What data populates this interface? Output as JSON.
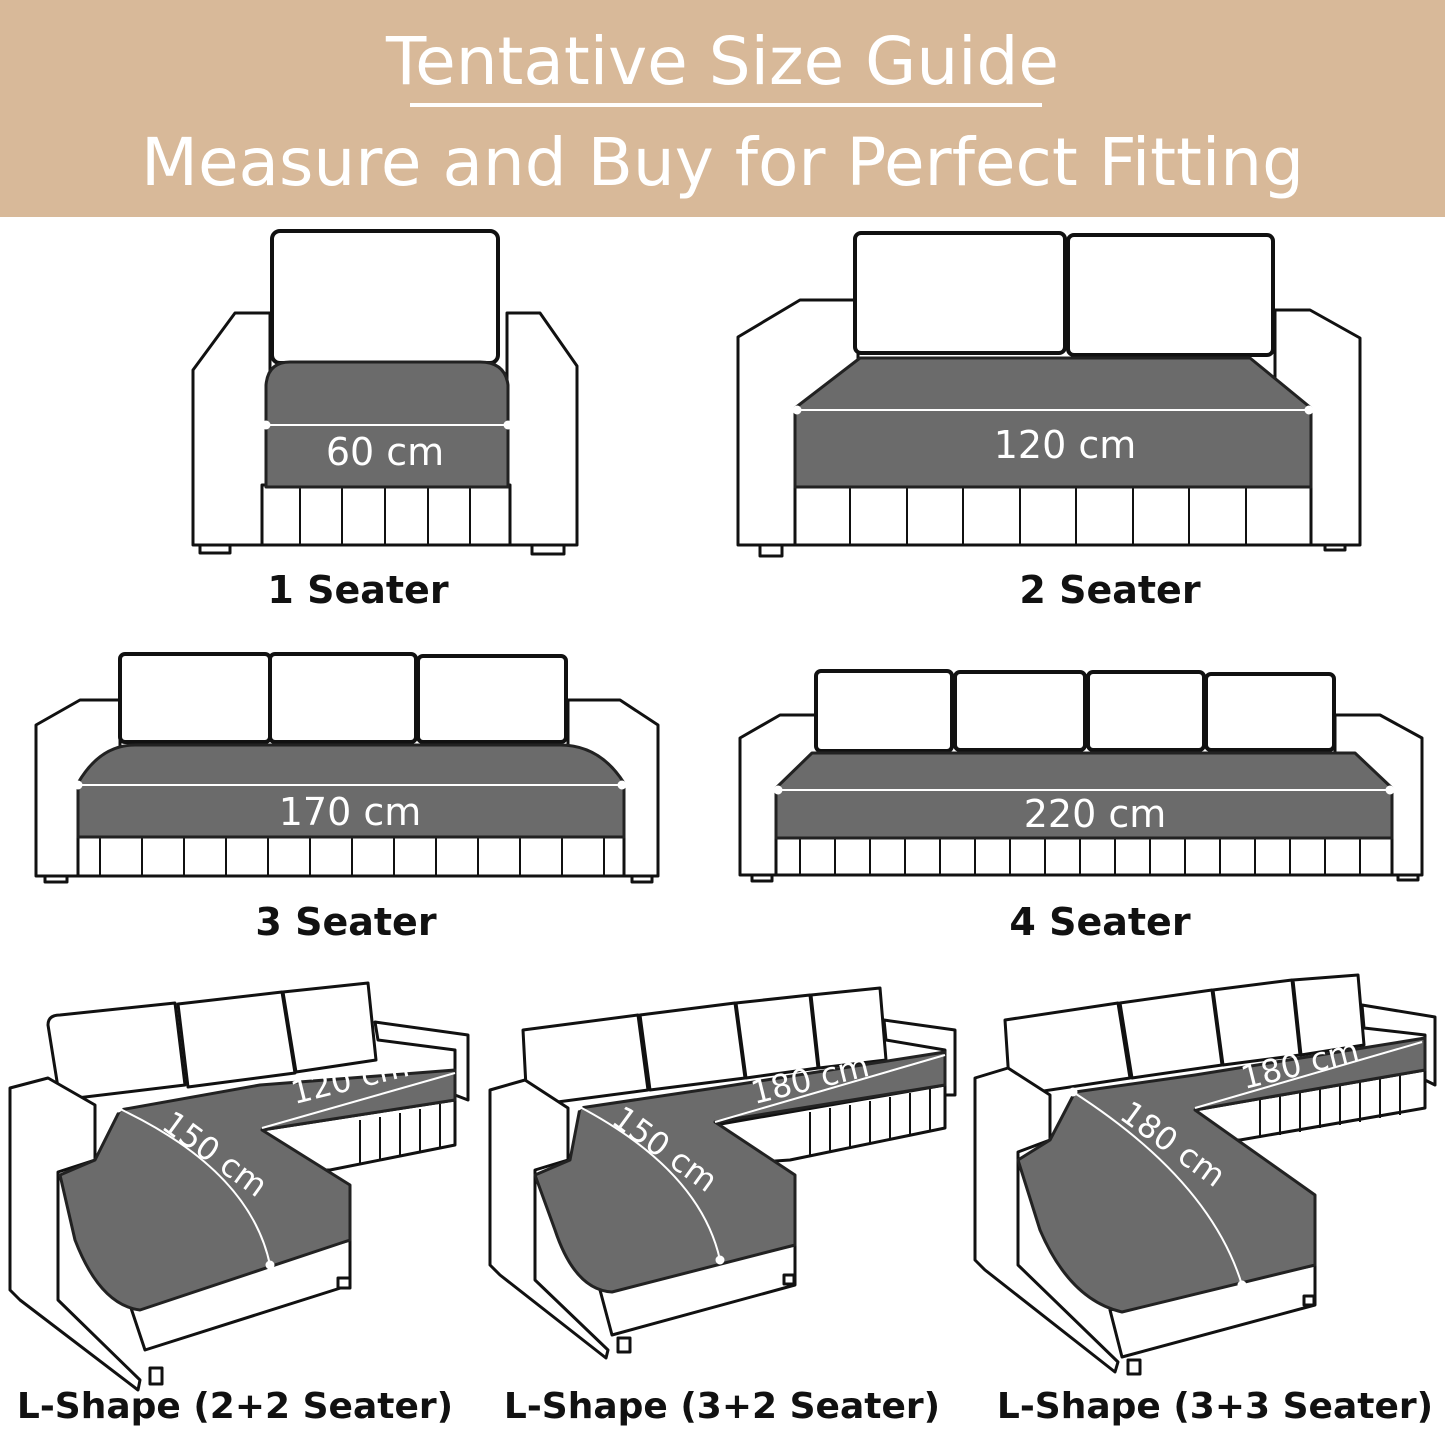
{
  "header": {
    "title": "Tentative Size Guide",
    "subtitle": "Measure and Buy for Perfect Fitting"
  },
  "colors": {
    "banner": "#d8b999",
    "seat": "#6b6b6b",
    "outline": "#111111"
  },
  "sofas": [
    {
      "label": "1 Seater",
      "measure": "60 cm"
    },
    {
      "label": "2 Seater",
      "measure": "120 cm"
    },
    {
      "label": "3 Seater",
      "measure": "170 cm"
    },
    {
      "label": "4 Seater",
      "measure": "220 cm"
    },
    {
      "label": "L-Shape (2+2 Seater)",
      "measure_back": "120 cm",
      "measure_chaise": "150 cm"
    },
    {
      "label": "L-Shape (3+2 Seater)",
      "measure_back": "180 cm",
      "measure_chaise": "150 cm"
    },
    {
      "label": "L-Shape (3+3 Seater)",
      "measure_back": "180 cm",
      "measure_chaise": "180 cm"
    }
  ]
}
